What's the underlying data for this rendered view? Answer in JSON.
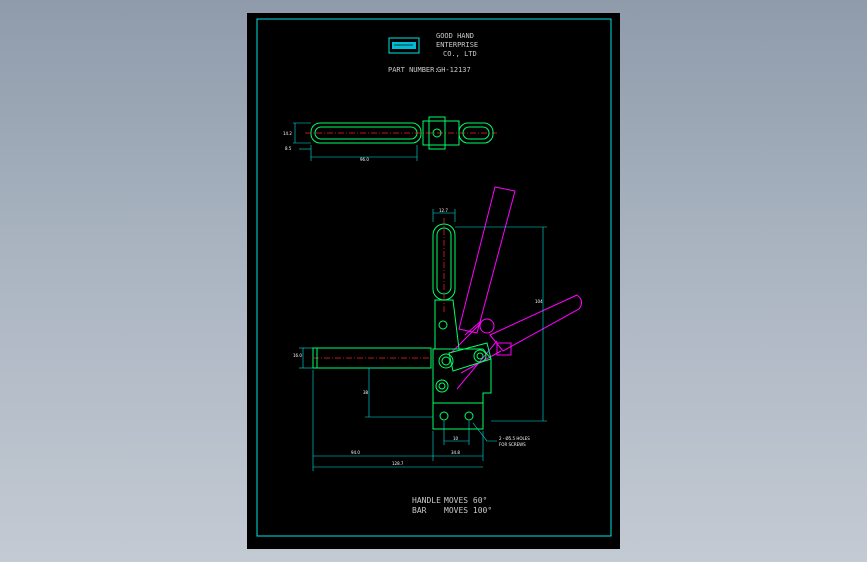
{
  "title_block": {
    "company_line1": "GOOD HAND",
    "company_line2": "ENTERPRISE",
    "company_line3": "CO., LTD",
    "part_number_label": "PART NUMBER:",
    "part_number": "GH-12137",
    "logo_icon": "good-hand-logo"
  },
  "notes": {
    "handle_label": "HANDLE",
    "handle_moves": "MOVES 60°",
    "bar_label": "BAR",
    "bar_moves": "MOVES 100°"
  },
  "top_view_dims": {
    "height": "14.2",
    "offset": "8.5",
    "length": "96.0"
  },
  "front_view_dims": {
    "handle_width": "12.7",
    "overall_height": "104",
    "bar_height": "16.0",
    "base_height": "38",
    "hole_spacing": "10",
    "base_width": "34.8",
    "bar_length": "94.0",
    "overall_length": "128.7",
    "holes_note_line1": "2 - Ø5.5 HOLES",
    "holes_note_line2": "FOR SCREWS"
  },
  "colors": {
    "frame": "#00e5e5",
    "outline": "#00ff66",
    "dimension": "#00e5e5",
    "open_position": "#ff00ff",
    "center_line": "#ff2020",
    "text": "#c8c8c8"
  }
}
